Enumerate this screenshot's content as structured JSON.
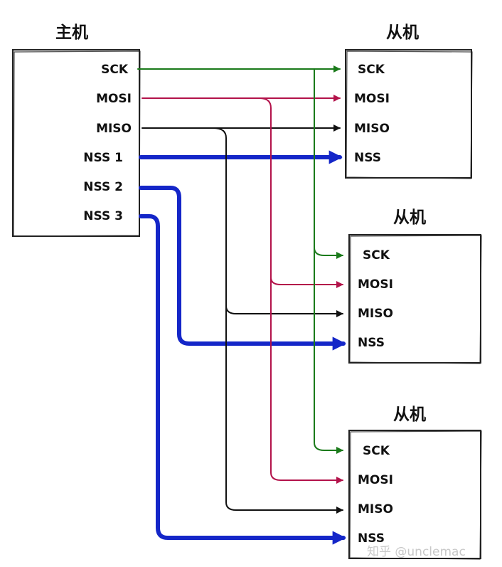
{
  "colors": {
    "sck": "#1a7a1a",
    "mosi": "#b3124a",
    "miso": "#111111",
    "nss": "#1426c8"
  },
  "master": {
    "title": "主机",
    "pins": [
      "SCK",
      "MOSI",
      "MISO",
      "NSS 1",
      "NSS 2",
      "NSS 3"
    ]
  },
  "slaves": [
    {
      "title": "从机",
      "pins": [
        "SCK",
        "MOSI",
        "MISO",
        "NSS"
      ]
    },
    {
      "title": "从机",
      "pins": [
        "SCK",
        "MOSI",
        "MISO",
        "NSS"
      ]
    },
    {
      "title": "从机",
      "pins": [
        "SCK",
        "MOSI",
        "MISO",
        "NSS"
      ]
    }
  ],
  "watermark": "知乎 @unclemac"
}
